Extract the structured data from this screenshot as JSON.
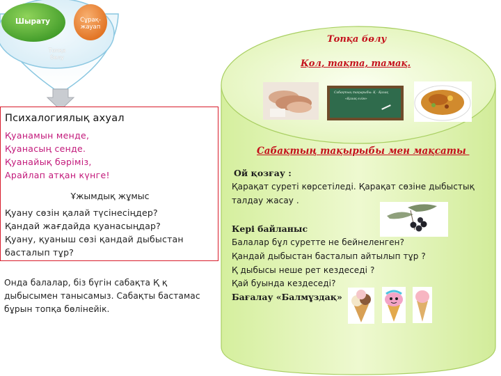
{
  "funnel": {
    "left_bubble": "Шырату",
    "right_bubble": "Сұрақ-жауап",
    "center_label": "Топқа бөлу"
  },
  "psych": {
    "title": "Психалогиялық ахуал",
    "lines": [
      "Қуанамын менде,",
      "Қуанасың сенде.",
      "Қуанайық бәріміз,",
      "Арайлап атқан күнге!"
    ],
    "group_heading": "Ұжымдық жұмыс",
    "questions": [
      "Қуану сөзін қалай түсінесіңдер?",
      "Қандай жағдайда қуанасыңдар?",
      "Қуану, қуаныш сөзі қандай дыбыстан",
      "басталып тұр?"
    ]
  },
  "outro": "Онда балалар, біз бүгін сабақта Қ қ дыбысымен танысамыз. Сабақты бастамас бұрын топқа бөлінейік.",
  "cylinder": {
    "group_title": "Топқа бөлу",
    "group_words": "Қол, тақта, тамақ.",
    "board_text_1": "Сабақтың тақырыбы: Қ - Қазақ",
    "board_text_2": "«Қазақ елім»",
    "lesson_title": "Сабақтың тақырыбы мен мақсаты ",
    "warmup_head": "Ой қозғау :",
    "warmup_lines": [
      "Қарақат суреті көрсетіледі. Қарақат сөзіне дыбыстық",
      "талдау жасау ."
    ],
    "feedback_head": "Кері байланыс",
    "feedback_lines": [
      "Балалар бұл суретте не бейнеленген?",
      "Қандай дыбыстан басталып айтылып тұр ?",
      "Қ дыбысы неше рет кездеседі ?",
      "Қай буында кездеседі?"
    ],
    "assessment": "Бағалау «Балмұздақ»"
  },
  "colors": {
    "border_red": "#d81b2a",
    "magenta_text": "#c2187a",
    "title_red": "#c4101b",
    "cylinder_green": "#dff3b0",
    "bubble_green": "#5cb83a",
    "bubble_orange": "#e98a3a"
  }
}
